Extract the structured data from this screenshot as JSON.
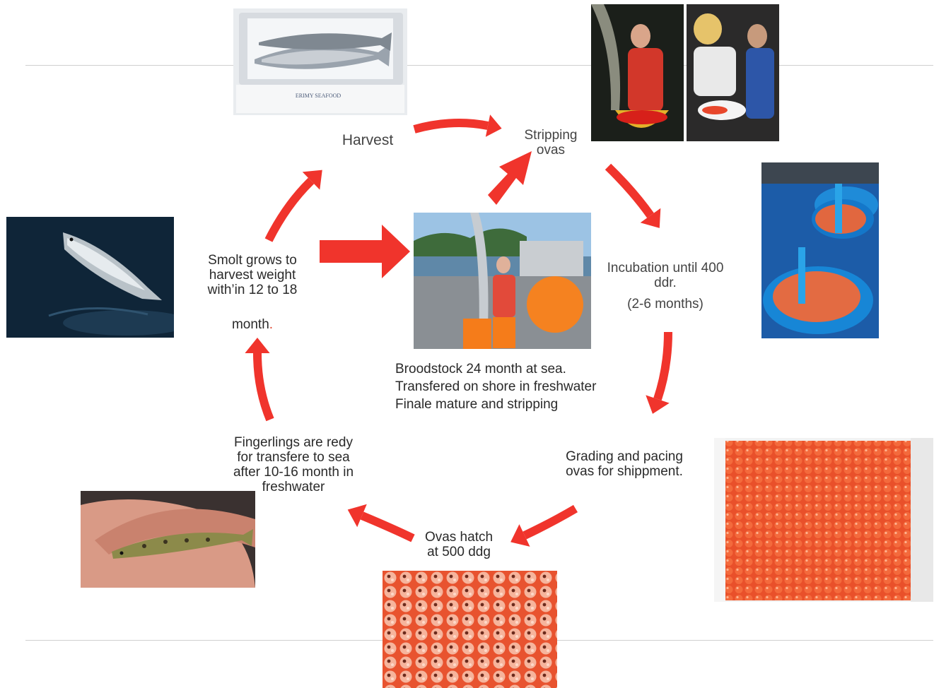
{
  "stages": {
    "harvest": "Harvest",
    "stripping": "Stripping\novas",
    "incubation_line1": "Incubation  until  400\nddr.",
    "incubation_line2": "(2-6 months)",
    "grading": "Grading and pacing\novas for shippment.",
    "hatch": "Ovas hatch\nat 500 ddg",
    "fingerlings": "Fingerlings are redy\nfor transfere to sea\nafter 10-16 month in\nfreshwater",
    "smolt_main": "Smolt grows to\nharvest weight\nwith’in 12 to 18",
    "smolt_month": "month",
    "smolt_dot": "."
  },
  "broodstock": {
    "lines": [
      "Broodstock 24 month at sea.",
      "Transfered on shore in freshwater",
      "Finale mature and stripping"
    ]
  },
  "photo_labels": {
    "box_text": "ERIMY SEAFOOD"
  },
  "colors": {
    "arrow": "#f0342c",
    "rule": "#cfcfcf",
    "text": "#2a2a2a",
    "accent_dot": "#e0442c"
  }
}
